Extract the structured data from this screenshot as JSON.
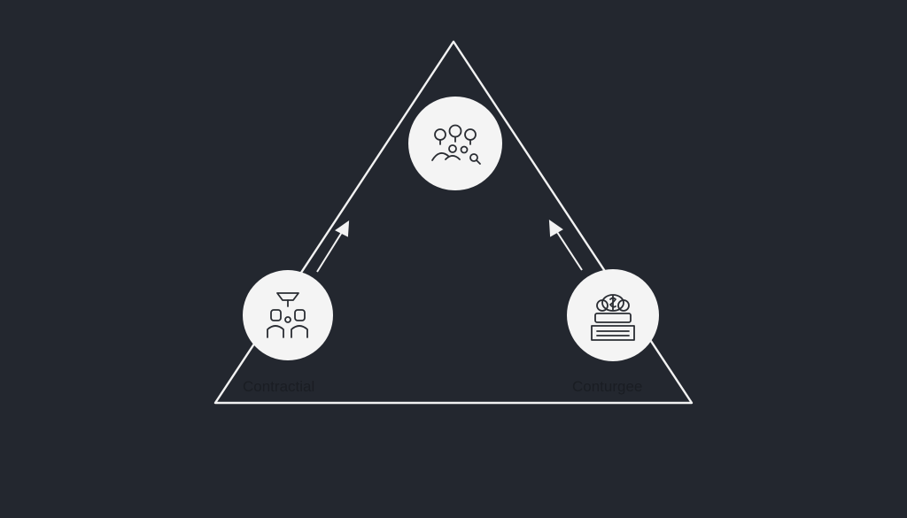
{
  "colors": {
    "background": "#23272f",
    "stroke": "#f2f2f2",
    "node_fill": "#f4f4f4",
    "icon": "#2a2d33",
    "label": "#1a1d23"
  },
  "nodes": {
    "top": {
      "icon": "people-ideas-search-icon",
      "label": ""
    },
    "left": {
      "icon": "two-people-icon",
      "label": "Contractial"
    },
    "right": {
      "icon": "money-register-icon",
      "label": "Conturgee"
    }
  },
  "arrows": [
    {
      "from": "left",
      "to": "top",
      "direction": "up-right"
    },
    {
      "from": "right",
      "to": "top",
      "direction": "up-left"
    }
  ]
}
